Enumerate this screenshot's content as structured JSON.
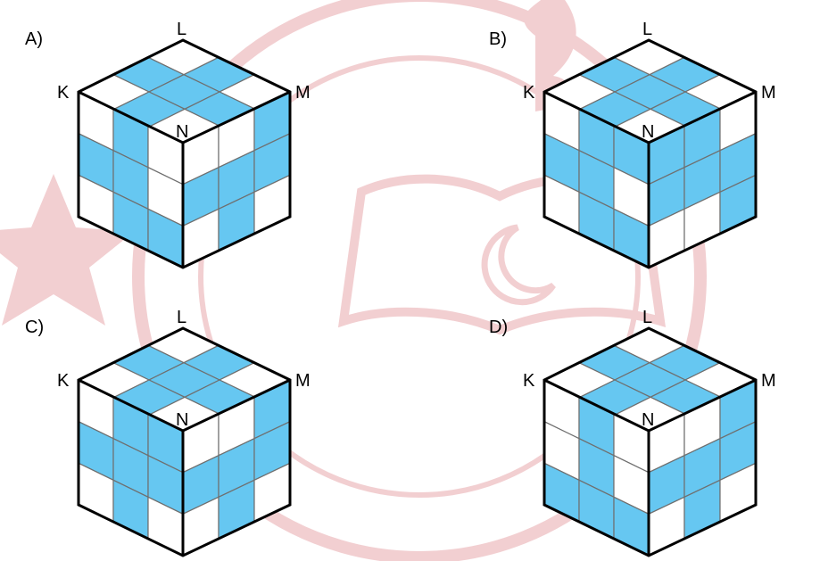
{
  "colors": {
    "cell_fill": "#66c7f1",
    "empty_fill": "#ffffff",
    "grid_line": "#6f6f6f",
    "outline": "#000000",
    "watermark": "#e8a8ac"
  },
  "options": [
    {
      "option_label": "A)",
      "vertex_labels": {
        "top": "L",
        "left": "K",
        "right": "M",
        "center": "N"
      },
      "faces": {
        "top": [
          [
            0,
            1,
            0
          ],
          [
            1,
            1,
            1
          ],
          [
            0,
            1,
            0
          ]
        ],
        "left": [
          [
            0,
            1,
            0
          ],
          [
            1,
            1,
            0
          ],
          [
            0,
            1,
            1
          ]
        ],
        "right": [
          [
            0,
            0,
            1
          ],
          [
            1,
            1,
            1
          ],
          [
            0,
            1,
            0
          ]
        ]
      }
    },
    {
      "option_label": "B)",
      "vertex_labels": {
        "top": "L",
        "left": "K",
        "right": "M",
        "center": "N"
      },
      "faces": {
        "top": [
          [
            0,
            1,
            0
          ],
          [
            1,
            1,
            1
          ],
          [
            0,
            1,
            0
          ]
        ],
        "left": [
          [
            0,
            1,
            1
          ],
          [
            1,
            1,
            0
          ],
          [
            0,
            1,
            1
          ]
        ],
        "right": [
          [
            1,
            1,
            0
          ],
          [
            1,
            1,
            1
          ],
          [
            0,
            0,
            1
          ]
        ]
      }
    },
    {
      "option_label": "C)",
      "vertex_labels": {
        "top": "L",
        "left": "K",
        "right": "M",
        "center": "N"
      },
      "faces": {
        "top": [
          [
            0,
            1,
            0
          ],
          [
            1,
            1,
            1
          ],
          [
            0,
            1,
            0
          ]
        ],
        "left": [
          [
            0,
            1,
            1
          ],
          [
            1,
            1,
            1
          ],
          [
            0,
            1,
            0
          ]
        ],
        "right": [
          [
            0,
            0,
            1
          ],
          [
            1,
            1,
            1
          ],
          [
            0,
            1,
            0
          ]
        ]
      }
    },
    {
      "option_label": "D)",
      "vertex_labels": {
        "top": "L",
        "left": "K",
        "right": "M",
        "center": "N"
      },
      "faces": {
        "top": [
          [
            0,
            1,
            0
          ],
          [
            1,
            1,
            1
          ],
          [
            0,
            1,
            0
          ]
        ],
        "left": [
          [
            0,
            1,
            0
          ],
          [
            0,
            1,
            0
          ],
          [
            1,
            1,
            1
          ]
        ],
        "right": [
          [
            0,
            0,
            1
          ],
          [
            1,
            1,
            1
          ],
          [
            0,
            1,
            0
          ]
        ]
      }
    }
  ]
}
